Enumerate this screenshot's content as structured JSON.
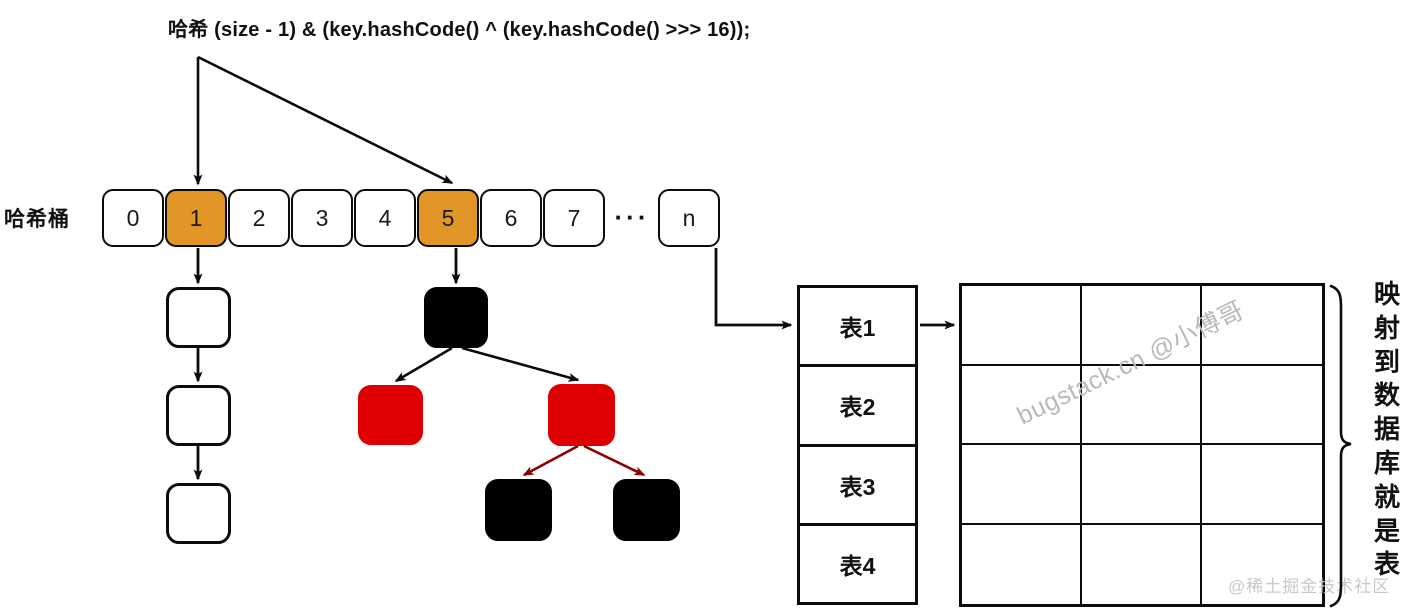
{
  "title": {
    "text": "哈希  (size - 1) & (key.hashCode() ^ (key.hashCode() >>> 16));"
  },
  "hash_bucket": {
    "label": "哈希桶",
    "cells": [
      {
        "text": "0",
        "highlighted": false
      },
      {
        "text": "1",
        "highlighted": true
      },
      {
        "text": "2",
        "highlighted": false
      },
      {
        "text": "3",
        "highlighted": false
      },
      {
        "text": "4",
        "highlighted": false
      },
      {
        "text": "5",
        "highlighted": true
      },
      {
        "text": "6",
        "highlighted": false
      },
      {
        "text": "7",
        "highlighted": false
      }
    ],
    "ellipsis": "···",
    "tail_cell": {
      "text": "n"
    },
    "highlight_color": "#E29627"
  },
  "linked_list": {
    "nodes": [
      {
        "fill": "white"
      },
      {
        "fill": "white"
      },
      {
        "fill": "white"
      }
    ]
  },
  "red_black_tree": {
    "nodes": [
      {
        "id": "root",
        "color": "black"
      },
      {
        "id": "left-child",
        "color": "red"
      },
      {
        "id": "right-child",
        "color": "red"
      },
      {
        "id": "right-left-grandchild",
        "color": "black"
      },
      {
        "id": "right-right-grandchild",
        "color": "black"
      }
    ],
    "black_color": "#000000",
    "red_color": "#DE0000",
    "red_edge_color": "#8B0000"
  },
  "table_list": {
    "rows": [
      "表1",
      "表2",
      "表3",
      "表4"
    ]
  },
  "db_grid": {
    "columns": 3,
    "rows": 4,
    "cells": [
      [
        "",
        "",
        ""
      ],
      [
        "",
        "",
        ""
      ],
      [
        "",
        "",
        ""
      ],
      [
        "",
        "",
        ""
      ]
    ]
  },
  "right_caption": {
    "chars": [
      "映",
      "射",
      "到",
      "数",
      "据",
      "库",
      "就",
      "是",
      "表"
    ]
  },
  "watermarks": {
    "main": "bugstack.cn @小傅哥",
    "corner": "@稀土掘金技术社区"
  },
  "colors": {
    "stroke": "#0c0c0c",
    "background": "#ffffff",
    "accent_orange": "#E29627",
    "node_red": "#DE0000",
    "node_black": "#000000"
  }
}
